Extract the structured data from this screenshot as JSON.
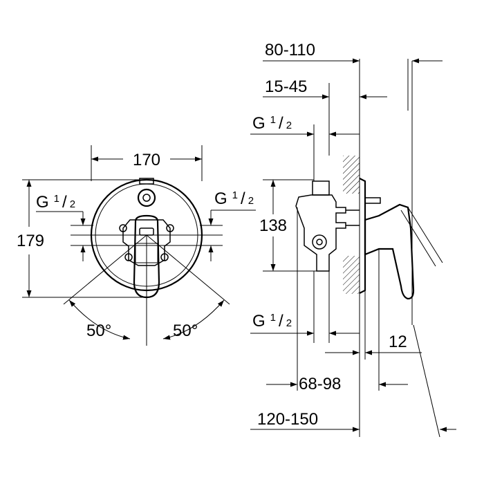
{
  "front_view": {
    "width_label": "170",
    "height_label": "179",
    "left_thread": {
      "main": "G",
      "num": "1",
      "slash": "/",
      "den": "2"
    },
    "right_thread": {
      "main": "G",
      "num": "1",
      "slash": "/",
      "den": "2"
    },
    "left_angle": "50°",
    "right_angle": "50°"
  },
  "side_view": {
    "top_depth": "80-110",
    "wall_range": "15-45",
    "top_thread": {
      "main": "G",
      "num": "1",
      "slash": "/",
      "den": "2"
    },
    "body_height": "138",
    "bottom_thread": {
      "main": "G",
      "num": "1",
      "slash": "/",
      "den": "2"
    },
    "plate_thickness": "12",
    "mid_depth": "68-98",
    "total_depth": "120-150"
  }
}
